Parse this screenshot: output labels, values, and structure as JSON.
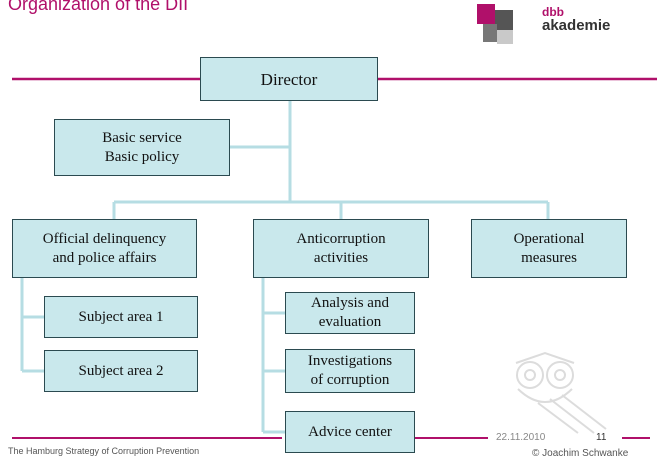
{
  "slide": {
    "title": "Organization of the DII",
    "logo": {
      "line1": "dbb",
      "line2": "akademie"
    },
    "footer": {
      "left": "The Hamburg Strategy of Corruption Prevention",
      "date": "22.11.2010",
      "page": "11",
      "author": "© Joachim Schwanke"
    }
  },
  "colors": {
    "accent": "#b0106a",
    "box_fill": "#c9e8ec",
    "box_border": "#2b4a50",
    "connector": "#b6dde3"
  },
  "org": {
    "director": "Director",
    "basic": [
      "Basic service",
      "Basic policy"
    ],
    "dept1": [
      "Official delinquency",
      "and police affairs"
    ],
    "dept2": [
      "Anticorruption",
      "activities"
    ],
    "dept3": [
      "Operational",
      "measures"
    ],
    "sub1": "Subject area 1",
    "sub2": "Subject area 2",
    "sub3": [
      "Analysis and",
      "evaluation"
    ],
    "sub4": [
      "Investigations",
      "of corruption"
    ],
    "sub5": "Advice center"
  }
}
